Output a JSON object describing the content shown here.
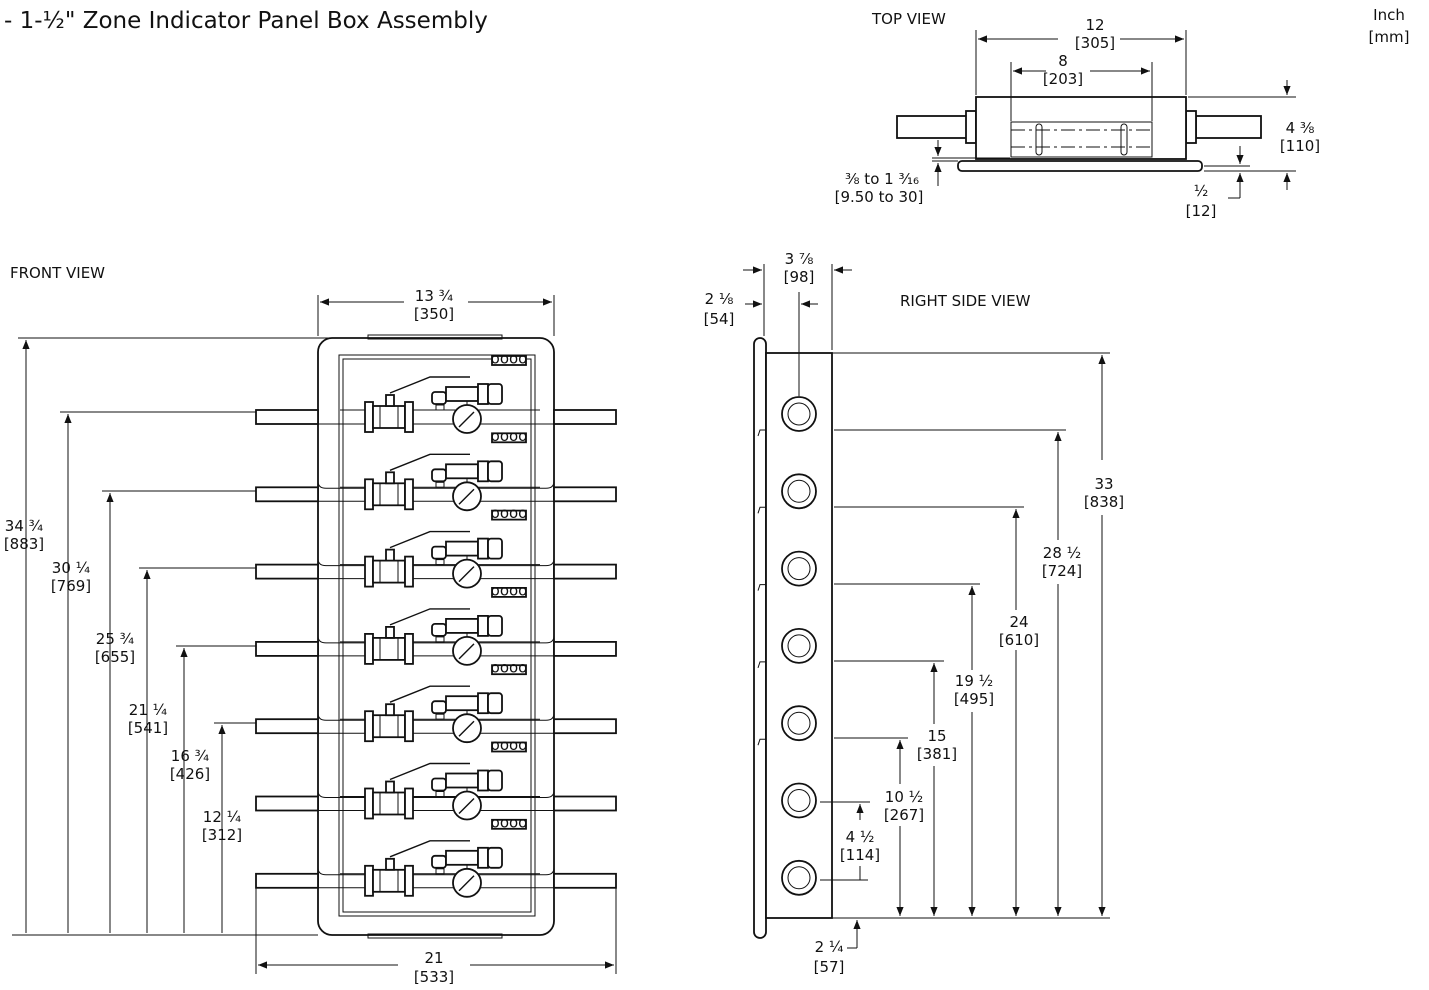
{
  "title": "- 1-½\"  Zone Indicator Panel Box Assembly",
  "units": {
    "inch": "Inch",
    "mm": "[mm]"
  },
  "views": {
    "top": "TOP VIEW",
    "front": "FRONT VIEW",
    "right": "RIGHT SIDE VIEW"
  },
  "top_dims": {
    "d12": {
      "in": "12",
      "mm": "[305]"
    },
    "d8": {
      "in": "8",
      "mm": "[203]"
    },
    "d4_3_8": {
      "in": "4 ⅜",
      "mm": "[110]"
    },
    "d_flange": {
      "in": "⅜ to 1 ³⁄₁₆",
      "mm": "[9.50 to 30]"
    },
    "d1_2": {
      "in": "½",
      "mm": "[12]"
    }
  },
  "front_dims": {
    "width": {
      "in": "13 ¾",
      "mm": "[350]"
    },
    "overall": {
      "in": "21",
      "mm": "[533]"
    },
    "h1": {
      "in": "34 ¾",
      "mm": "[883]"
    },
    "h2": {
      "in": "30 ¼",
      "mm": "[769]"
    },
    "h3": {
      "in": "25 ¾",
      "mm": "[655]"
    },
    "h4": {
      "in": "21 ¼",
      "mm": "[541]"
    },
    "h5": {
      "in": "16 ¾",
      "mm": "[426]"
    },
    "h6": {
      "in": "12 ¼",
      "mm": "[312]"
    }
  },
  "side_dims": {
    "depth": {
      "in": "3 ⅞",
      "mm": "[98]"
    },
    "offset": {
      "in": "2 ⅛",
      "mm": "[54]"
    },
    "bottom": {
      "in": "2 ¼",
      "mm": "[57]"
    },
    "v1": {
      "in": "33",
      "mm": "[838]"
    },
    "v2": {
      "in": "28 ½",
      "mm": "[724]"
    },
    "v3": {
      "in": "24",
      "mm": "[610]"
    },
    "v4": {
      "in": "19 ½",
      "mm": "[495]"
    },
    "v5": {
      "in": "15",
      "mm": "[381]"
    },
    "v6": {
      "in": "10 ½",
      "mm": "[267]"
    },
    "v7": {
      "in": "4 ½",
      "mm": "[114]"
    }
  },
  "zone_count": 7,
  "switch_terminal_label": "oooo"
}
